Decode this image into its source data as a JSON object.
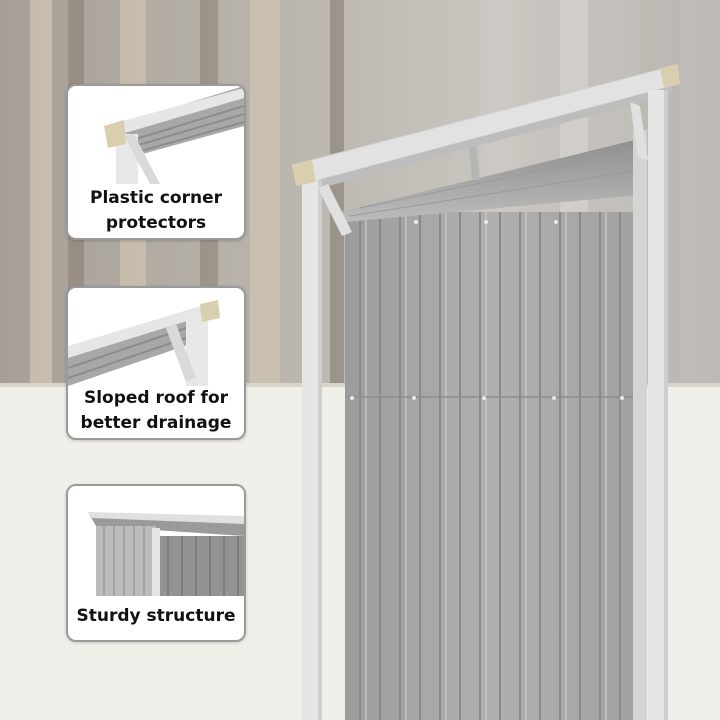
{
  "callouts": [
    {
      "line1": "Plastic corner",
      "line2": "protectors"
    },
    {
      "line1": "Sloped roof for",
      "line2": "better drainage"
    },
    {
      "line1": "Sturdy structure",
      "line2": ""
    }
  ],
  "colors": {
    "wall_background": "#c8c5bf",
    "floor": "#f1efe9",
    "shed_panel": "#a7a7a7",
    "frame": "#e6e6e6",
    "corner_protector": "#d9cfae",
    "callout_border": "#9a9a9a",
    "caption_text": "#111111"
  }
}
